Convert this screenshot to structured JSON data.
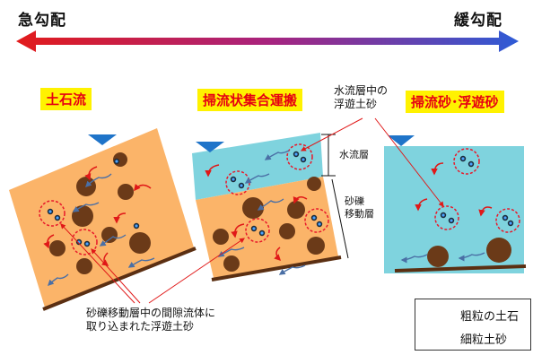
{
  "slope_scale": {
    "left_label": "急勾配",
    "right_label": "緩勾配",
    "gradient_start": "#e21b1b",
    "gradient_end": "#2e5bd6"
  },
  "panels": [
    {
      "title": "土石流"
    },
    {
      "title": "掃流状集合運搬"
    },
    {
      "title": "掃流砂･浮遊砂"
    }
  ],
  "annotations": {
    "water_layer": "水流層",
    "gravel_layer_line1": "砂礫",
    "gravel_layer_line2": "移動層",
    "suspended_callout_line1": "水流層中の",
    "suspended_callout_line2": "浮遊土砂",
    "pore_fluid_line1": "砂礫移動層中の間隙流体に",
    "pore_fluid_line2": "取り込まれた浮遊土砂"
  },
  "legend": {
    "coarse": "粗粒の土石",
    "fine": "細粒土砂"
  },
  "colors": {
    "sediment": "#fbb469",
    "water": "#7fd3de",
    "coarse": "#6b3a18",
    "bed": "#5b2f12",
    "arrow_red": "#e01818",
    "arrow_blue": "#4a6fa5",
    "marker": "#1f74c9",
    "circle_red": "#e8192b"
  }
}
